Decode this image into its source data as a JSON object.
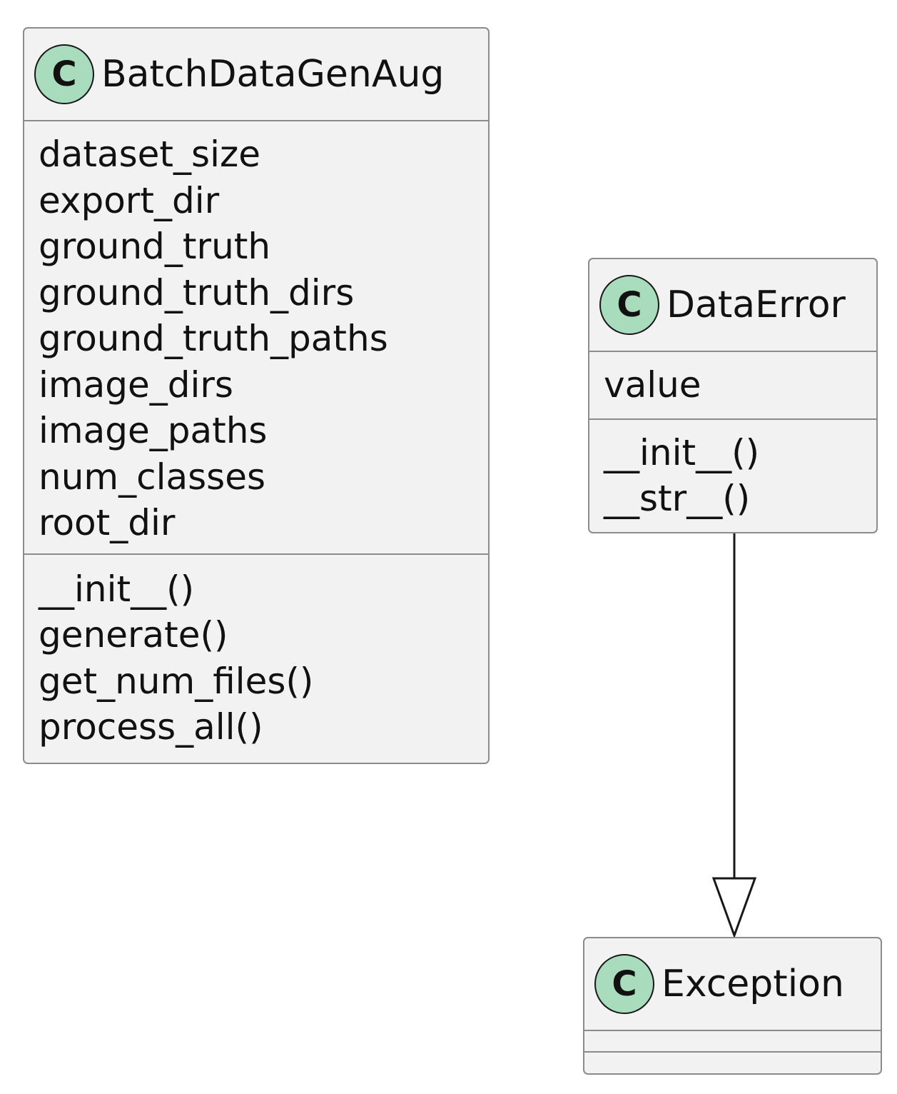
{
  "classes": {
    "batch": {
      "badge": "C",
      "name": "BatchDataGenAug",
      "attributes": [
        "dataset_size",
        "export_dir",
        "ground_truth",
        "ground_truth_dirs",
        "ground_truth_paths",
        "image_dirs",
        "image_paths",
        "num_classes",
        "root_dir"
      ],
      "methods": [
        "__init__()",
        "generate()",
        "get_num_files()",
        "process_all()"
      ]
    },
    "dataerror": {
      "badge": "C",
      "name": "DataError",
      "attributes": [
        "value"
      ],
      "methods": [
        "__init__()",
        "__str__()"
      ]
    },
    "exception": {
      "badge": "C",
      "name": "Exception",
      "attributes": [],
      "methods": []
    }
  },
  "colors": {
    "class_fill": "#f2f2f2",
    "class_border": "#8c8c8c",
    "badge_fill": "#a9dcbc",
    "edge": "#181818"
  },
  "relations": [
    {
      "from": "DataError",
      "to": "Exception",
      "type": "inheritance"
    }
  ]
}
